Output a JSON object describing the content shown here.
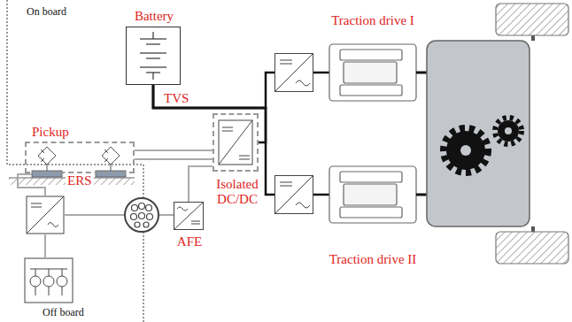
{
  "diagram": {
    "nodes": [
      {
        "text": [
          "Battery"
        ]
      },
      {
        "text": [
          "Pickup"
        ]
      },
      {
        "text": [
          "Isolated DC/DC"
        ]
      },
      {
        "text": [
          "AFE"
        ]
      },
      {
        "text": [
          "Traction drive I"
        ]
      },
      {
        "text": [
          "Traction drive II"
        ]
      }
    ],
    "edges": [
      {
        "from": 0,
        "to": 4,
        "arrow": "none",
        "label": "TVS"
      },
      {
        "from": 0,
        "to": 5,
        "arrow": "none"
      },
      {
        "from": 2,
        "to": 0,
        "arrow": "none"
      },
      {
        "from": 1,
        "to": 2,
        "arrow": "none"
      },
      {
        "from": 3,
        "to": 2,
        "arrow": "none"
      }
    ],
    "labels": [
      "On board",
      "ERS",
      "Off board"
    ]
  }
}
